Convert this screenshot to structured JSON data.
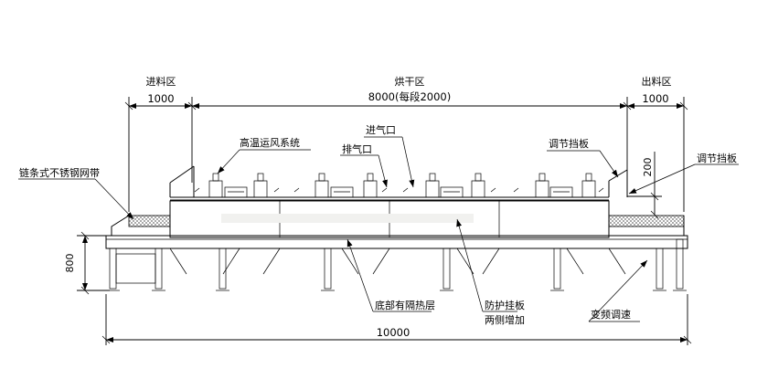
{
  "zones": {
    "infeed": "进料区",
    "drying": "烘干区",
    "outfeed": "出料区"
  },
  "dimensions": {
    "infeed_length": "1000",
    "drying_length": "8000(每段2000)",
    "outfeed_length": "1000",
    "total_length": "10000",
    "height": "800",
    "baffle_gap": "200"
  },
  "callouts": {
    "hot_air": "高温运风系统",
    "exhaust": "排气口",
    "intake": "进气口",
    "baffle_left": "调节挡板",
    "baffle_right": "调节挡板",
    "belt": "链条式不锈钢网带",
    "insulation": "底部有隔热层",
    "guard_line1": "防护挂板",
    "guard_line2": "两侧增加",
    "vfd": "变频调速"
  }
}
